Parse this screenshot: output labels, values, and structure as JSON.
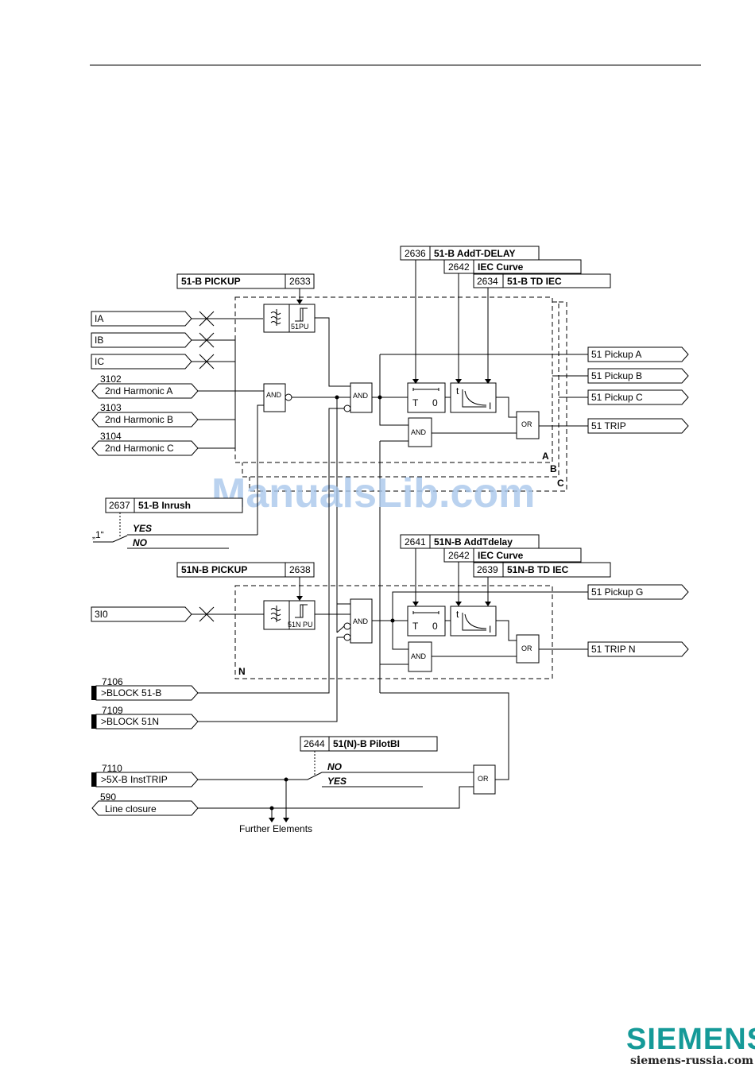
{
  "params": {
    "p2636": {
      "num": "2636",
      "name": "51-B AddT-DELAY"
    },
    "p2642a": {
      "num": "2642",
      "name": "IEC Curve"
    },
    "p2634": {
      "num": "2634",
      "name": "51-B TD IEC"
    },
    "p2633": {
      "num": "2633",
      "name": "51-B PICKUP"
    },
    "p2637": {
      "num": "2637",
      "name": "51-B Inrush"
    },
    "p2641": {
      "num": "2641",
      "name": "51N-B AddTdelay"
    },
    "p2642b": {
      "num": "2642",
      "name": "IEC Curve"
    },
    "p2639": {
      "num": "2639",
      "name": "51N-B TD IEC"
    },
    "p2638": {
      "num": "2638",
      "name": "51N-B PICKUP"
    },
    "p2644": {
      "num": "2644",
      "name": "51(N)-B PilotBI"
    }
  },
  "inputs": {
    "ia": "IA",
    "ib": "IB",
    "ic": "IC",
    "harm_a": {
      "num": "3102",
      "name": "2nd Harmonic A"
    },
    "harm_b": {
      "num": "3103",
      "name": "2nd Harmonic B"
    },
    "harm_c": {
      "num": "3104",
      "name": "2nd Harmonic C"
    },
    "i3i0": "3I0",
    "block51b": {
      "num": "7106",
      "name": ">BLOCK 51-B"
    },
    "block51n": {
      "num": "7109",
      "name": ">BLOCK 51N"
    },
    "insttrip": {
      "num": "7110",
      "name": ">5X-B InstTRIP"
    },
    "lineclosure": {
      "num": "590",
      "name": "Line closure"
    }
  },
  "outputs": {
    "pickup_a": "51 Pickup A",
    "pickup_b": "51 Pickup B",
    "pickup_c": "51 Pickup C",
    "trip": "51 TRIP",
    "pickup_g": "51 Pickup G",
    "trip_n": "51 TRIP N"
  },
  "gates": {
    "and": "AND",
    "or": "OR",
    "pu1": "51PU",
    "pu2": "51N PU",
    "timer_t": "T",
    "timer_0": "0",
    "curve_t": "t",
    "curve_i": "I"
  },
  "switches": {
    "yes": "YES",
    "no": "NO",
    "one": "„1“"
  },
  "phase_labels": {
    "a": "A",
    "b": "B",
    "c": "C",
    "n": "N"
  },
  "further": "Further Elements",
  "watermark": "ManualsLib.com",
  "brand": {
    "name": "SIEMENS",
    "url": "siemens-russia.com",
    "color": "#159a98"
  }
}
